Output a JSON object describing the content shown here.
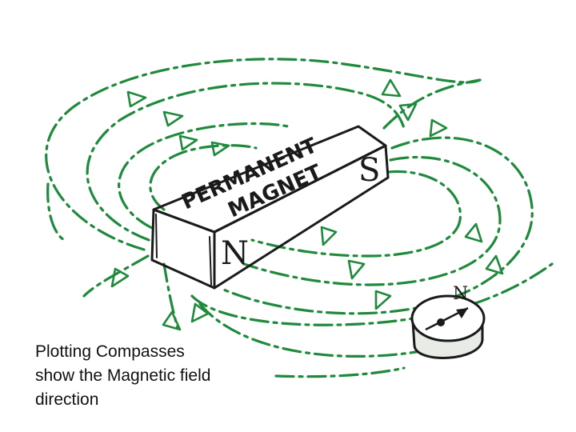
{
  "colors": {
    "field_line": "#1f8a3c",
    "ink": "#1a1a1a",
    "compass_fill": "#e8ebe6"
  },
  "magnet": {
    "label_line1": "PERMANENT",
    "label_line2": "MAGNET",
    "north_pole": "N",
    "south_pole": "S"
  },
  "compass": {
    "north_mark": "N",
    "icon": "compass-icon"
  },
  "caption": {
    "line1": "Plotting Compasses",
    "line2": "show the Magnetic field",
    "line3": "direction"
  }
}
